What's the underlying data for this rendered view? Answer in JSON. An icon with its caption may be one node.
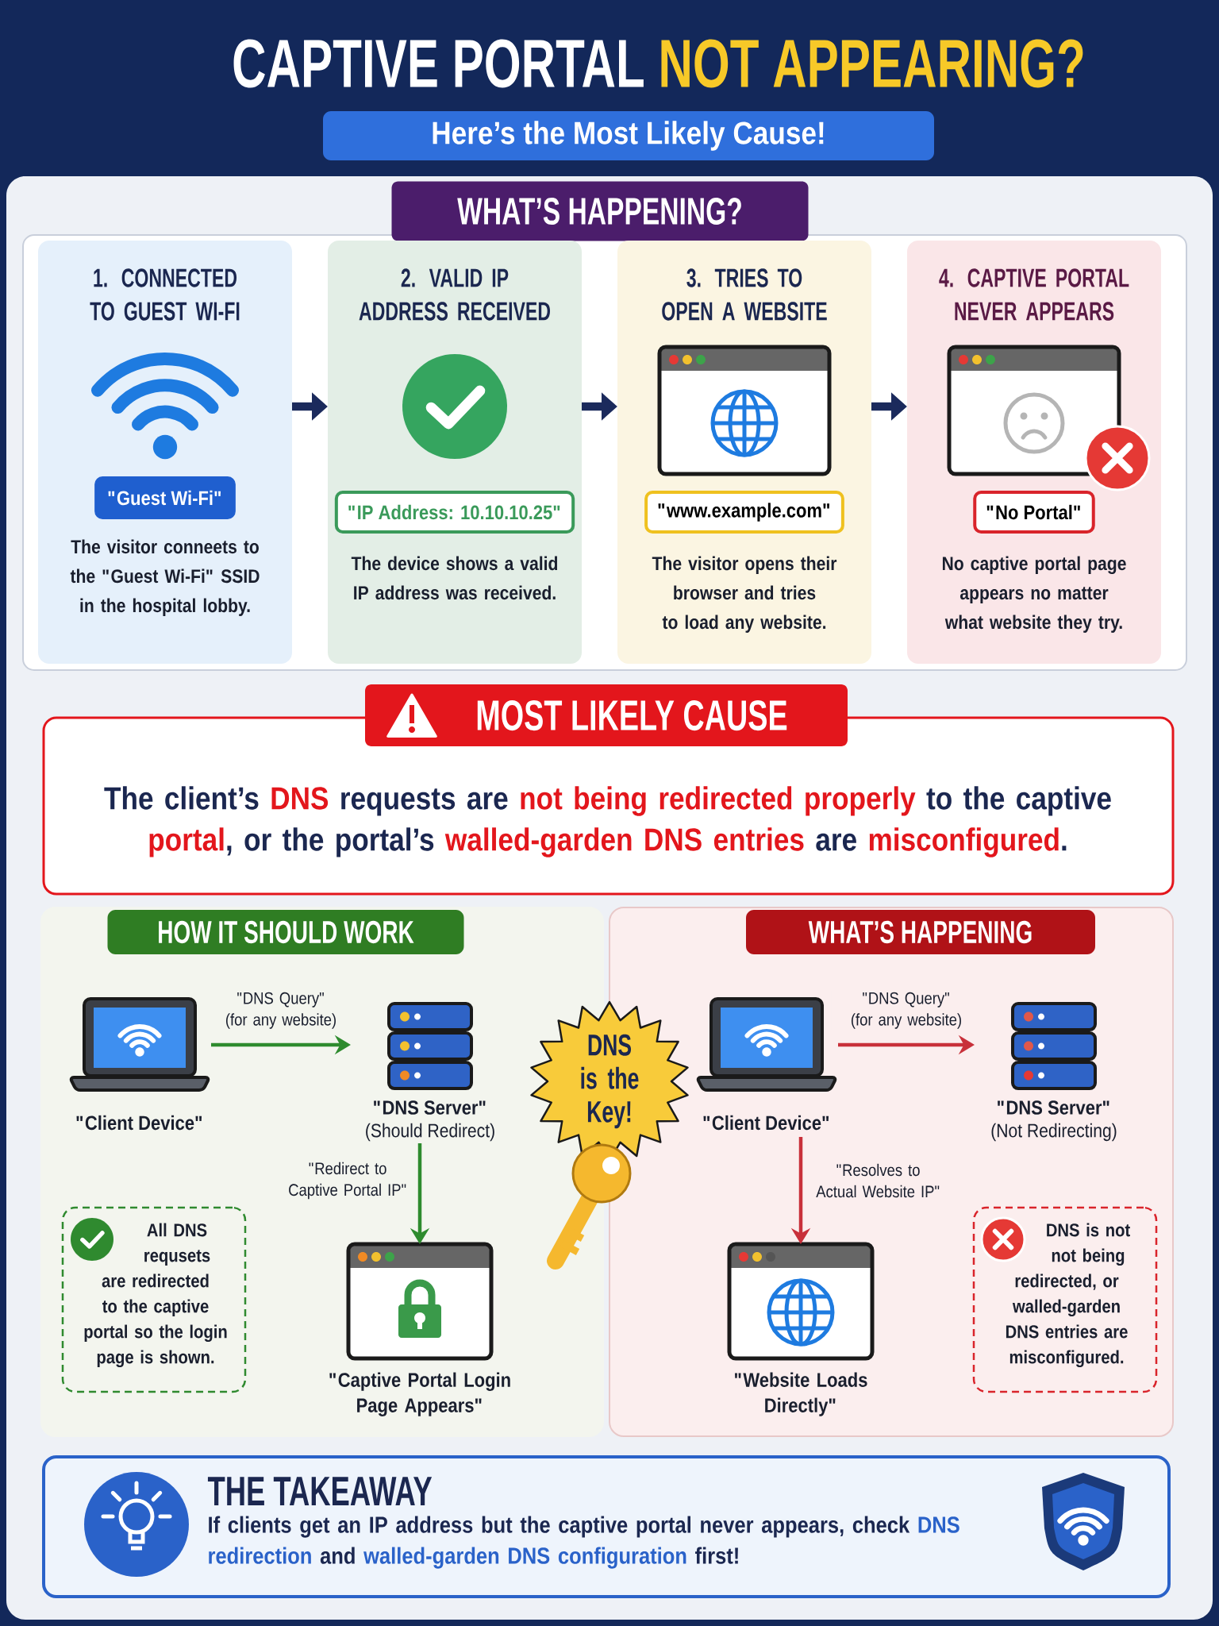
{
  "diagram": {
    "title": "CAPTIVE PORTAL **NOT APPEARING?**",
    "nodes": [
      {
        "text": [
          "Here’s the Most Likely Cause!"
        ]
      },
      {
        "text": [
          "WHAT’S HAPPENING?"
        ]
      },
      {
        "text": [
          "1. CONNECTED TO GUEST WI-FI",
          "The visitor conneets to the \"Guest Wi-Fi\" SSID in the hospital lobby."
        ]
      },
      {
        "text": [
          "\"Guest Wi-Fi\""
        ],
        "in": 2
      },
      {
        "text": [
          "2. VALID IP ADDRESS RECEIVED",
          "The device shows a valid IP address was received."
        ]
      },
      {
        "text": [
          "\"IP Address: 10.10.10.25\""
        ],
        "in": 4
      },
      {
        "text": [
          "3. TRIES TO OPEN A WEBSITE",
          "The visitor opens their browser and tries to load any website."
        ]
      },
      {
        "text": [
          "\"www.example.com\""
        ],
        "in": 6
      },
      {
        "text": [
          "4. CAPTIVE PORTAL NEVER APPEARS",
          "No captive portal page appears no matter what website they try."
        ]
      },
      {
        "text": [
          "\"No Portal\""
        ],
        "in": 8
      },
      {
        "text": [
          "MOST LIKELY CAUSE"
        ]
      },
      {
        "text": [
          "The client’s **DNS** requests are **not being redirected properly** to the captive **portal**, or the portal’s **walled-garden DNS entries** are **misconfigured**."
        ]
      },
      {
        "text": [],
        "shape": "box"
      },
      {
        "text": [
          "HOW IT SHOULD WORK"
        ],
        "in": 12
      },
      {
        "text": [
          "\"Client Device\""
        ],
        "in": 12
      },
      {
        "text": [
          "\"DNS Server\"",
          "(Should Redirect)"
        ],
        "in": 12
      },
      {
        "text": [
          "\"Captive Portal Login Page Appears\""
        ],
        "in": 12
      },
      {
        "text": [
          "All DNS requsets are redirected to the captive portal so the login page is shown."
        ],
        "in": 12
      },
      {
        "text": [
          "DNS is the Key!"
        ]
      },
      {
        "text": [],
        "shape": "box"
      },
      {
        "text": [
          "WHAT’S HAPPENING"
        ],
        "in": 19
      },
      {
        "text": [
          "\"Client Device\""
        ],
        "in": 19
      },
      {
        "text": [
          "\"DNS Server\"",
          "(Not Redirecting)"
        ],
        "in": 19
      },
      {
        "text": [
          "\"Website Loads Directly\""
        ],
        "in": 19
      },
      {
        "text": [
          "DNS is not not being redirected, or walled-garden DNS entries are misconfigured."
        ],
        "in": 19
      },
      {
        "text": [
          "THE TAKEAWAY",
          "If clients get an IP address but the captive portal never appears, check **DNS redirection** and **walled-garden DNS configuration** first!"
        ]
      }
    ],
    "edges": [
      {
        "from": 2,
        "to": 4,
        "arrow": "to",
        "style": "thick",
        "color": "#1b2a5c"
      },
      {
        "from": 4,
        "to": 6,
        "arrow": "to",
        "style": "thick",
        "color": "#1b2a5c"
      },
      {
        "from": 6,
        "to": 8,
        "arrow": "to",
        "style": "thick",
        "color": "#1b2a5c"
      },
      {
        "from": 14,
        "to": 15,
        "arrow": "to",
        "label": "\"DNS Query\" (for any website)",
        "color": "#2e8b2e"
      },
      {
        "from": 15,
        "to": 16,
        "arrow": "to",
        "label": "\"Redirect to Captive Portal IP\"",
        "color": "#2e8b2e"
      },
      {
        "from": 21,
        "to": 22,
        "arrow": "to",
        "label": "\"DNS Query\" (for any website)",
        "color": "#c8303a"
      },
      {
        "from": 21,
        "to": 23,
        "arrow": "to",
        "label": "\"Resolves to Actual Website IP\"",
        "color": "#c8303a"
      }
    ]
  }
}
